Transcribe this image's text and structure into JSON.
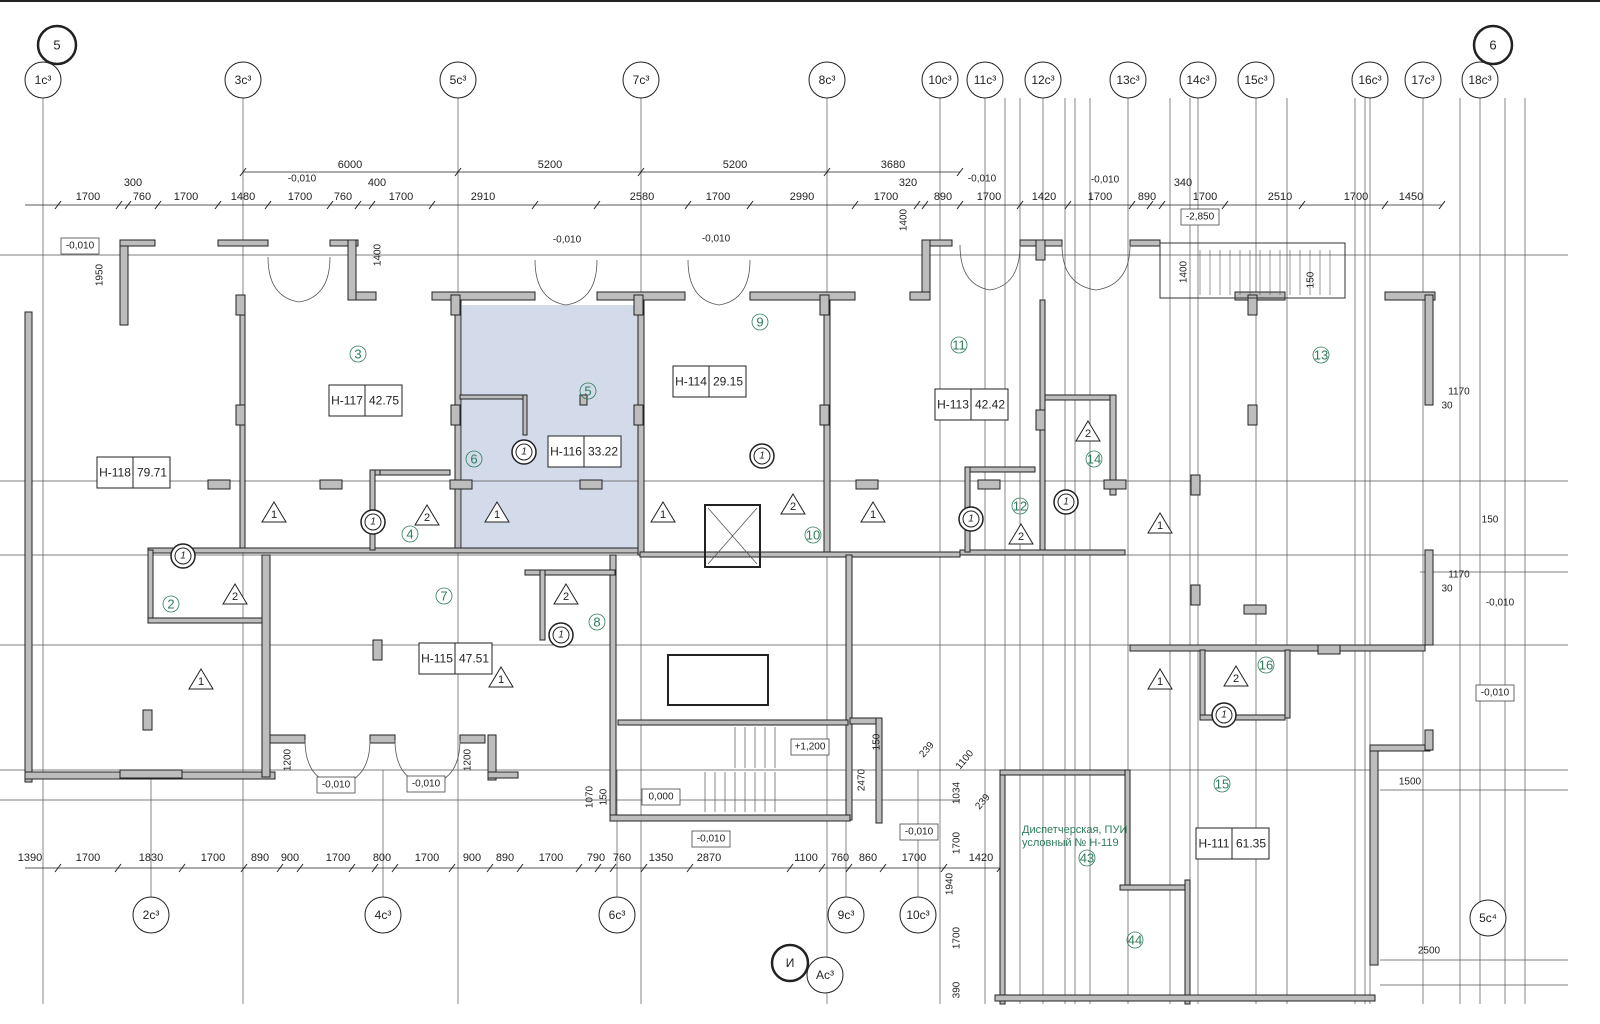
{
  "colors": {
    "highlight": "#d3daea",
    "room_number": "#2e7d5b",
    "lines": "#222222",
    "wall_fill": "#bdbdbd"
  },
  "grid_axes": {
    "main": [
      "5",
      "6"
    ],
    "top": [
      "1c³",
      "3c³",
      "5c³",
      "7c³",
      "8c³",
      "10c³",
      "11c³",
      "12c³",
      "13c³",
      "14c³",
      "15c³",
      "16c³",
      "17c³",
      "18c³"
    ],
    "bottom": [
      "2c³",
      "4c³",
      "6c³",
      "9c³",
      "10c³",
      "5c⁴"
    ],
    "other": [
      "И",
      "Ac³"
    ]
  },
  "dimensions": {
    "overall": [
      "6000",
      "5200",
      "5200",
      "3680"
    ],
    "top_row": [
      "1700",
      "300",
      "760",
      "1700",
      "1480",
      "1700",
      "760",
      "400",
      "1700",
      "2910",
      "2580",
      "1700",
      "2990",
      "1700",
      "320",
      "890",
      "1700",
      "1420",
      "1700",
      "890",
      "340",
      "1700",
      "2510",
      "1700",
      "1450"
    ],
    "bottom_row": [
      "1390",
      "1700",
      "1830",
      "1700",
      "890",
      "900",
      "1700",
      "800",
      "1700",
      "900",
      "890",
      "1700",
      "790",
      "760",
      "1350",
      "2870",
      "1100",
      "760",
      "860",
      "1700",
      "1420"
    ],
    "vertical": [
      "1950",
      "1400",
      "1400",
      "1400",
      "150",
      "1200",
      "1200",
      "1070",
      "150",
      "2470",
      "150",
      "1034",
      "1700",
      "1940",
      "1700",
      "390",
      "239",
      "1100",
      "239"
    ],
    "right": [
      "1170",
      "30",
      "150",
      "1170",
      "30",
      "1500",
      "2500"
    ]
  },
  "levels": [
    "-0,010",
    "-0,010",
    "-0,010",
    "-0,010",
    "-0,010",
    "-0,010",
    "-2,850",
    "-0,010",
    "-0,010",
    "-0,010",
    "-0,010",
    "0,000",
    "-0,010",
    "+1,200",
    "-0,010"
  ],
  "rooms": [
    {
      "id": "Н-118",
      "area": "79.71"
    },
    {
      "id": "Н-117",
      "area": "42.75"
    },
    {
      "id": "Н-116",
      "area": "33.22"
    },
    {
      "id": "Н-114",
      "area": "29.15"
    },
    {
      "id": "Н-113",
      "area": "42.42"
    },
    {
      "id": "Н-115",
      "area": "47.51"
    },
    {
      "id": "Н-111",
      "area": "61.35"
    }
  ],
  "room_numbers": [
    "3",
    "5",
    "9",
    "11",
    "13",
    "14",
    "6",
    "4",
    "12",
    "10",
    "7",
    "8",
    "2",
    "16",
    "15",
    "43",
    "44"
  ],
  "zone_markers": [
    "1",
    "1",
    "1",
    "1",
    "1",
    "1",
    "1",
    "1",
    "2",
    "2",
    "2",
    "2",
    "2",
    "2",
    "2"
  ],
  "door_markers": [
    "1",
    "1",
    "1",
    "1",
    "1",
    "1",
    "1",
    "1"
  ],
  "note": {
    "line1": "Диспетчерская, ПУИ",
    "line2": "условный № Н-119"
  },
  "selected_room": "5"
}
